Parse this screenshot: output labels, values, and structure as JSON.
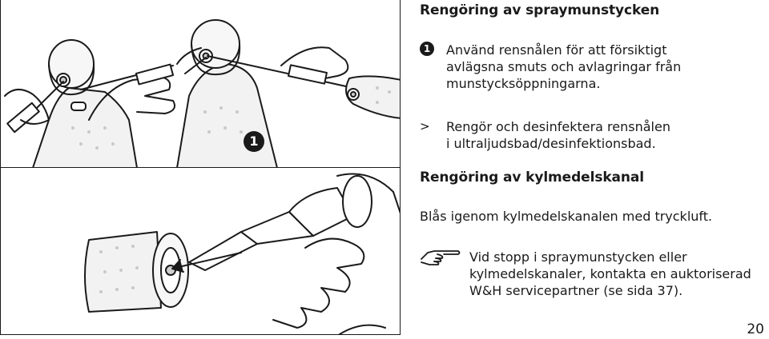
{
  "section1": {
    "title": "Rengöring av spraymunstycken",
    "step1_badge": "1",
    "step1_lines": [
      "Använd rensnålen för att försiktigt",
      "avlägsna smuts och avlagringar från",
      "munstycksöppningarna."
    ],
    "step2_marker": ">",
    "step2_lines": [
      "Rengör och desinfektera rensnålen",
      "i ultraljudsbad/desinfektionsbad."
    ]
  },
  "section2": {
    "title": "Rengöring av kylmedelskanal",
    "instruction": "Blås igenom kylmedelskanalen med tryckluft.",
    "note_icon": "pointing-hand-icon",
    "note_lines": [
      "Vid stopp i spraymunstycken eller",
      "kylmedelskanaler, kontakta en auktoriserad",
      "W&H servicepartner (se sida 37)."
    ]
  },
  "figure": {
    "step_badge": "1"
  },
  "page": {
    "number": "20"
  }
}
